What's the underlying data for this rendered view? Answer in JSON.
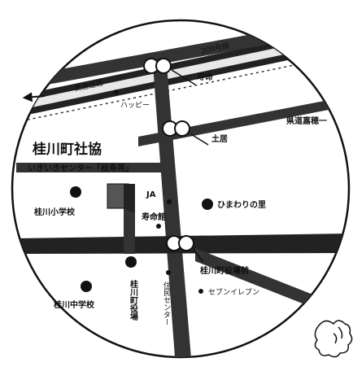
{
  "map": {
    "title": "桂川町社協",
    "subtitle": "いきいきセンター「桂寿苑」",
    "roads": {
      "expressway": "高速道路",
      "route200": "200号線",
      "prefRoad": "県道嘉穂一"
    },
    "intersections": {
      "jumei": "寿命",
      "dohinata": "土居",
      "townHallFront": "桂川町役場前"
    },
    "places": {
      "happy": "ハッピー",
      "ja": "JA",
      "jumeikan": "寿命館",
      "himawari": "ひまわりの里",
      "elementary": "桂川小学校",
      "juniorHigh": "桂川中学校",
      "townHall": "桂川町役場",
      "healthCenter": "住民センター",
      "sevenEleven": "セブンイレブン"
    }
  }
}
